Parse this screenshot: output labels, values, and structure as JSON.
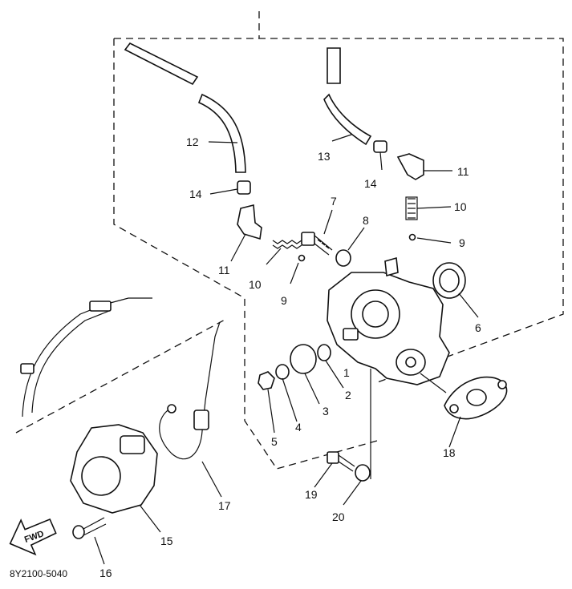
{
  "diagram": {
    "drawing_code": "8Y2100-5040",
    "fwd_label": "FWD",
    "callouts": [
      "1",
      "2",
      "3",
      "4",
      "5",
      "6",
      "7",
      "8",
      "9",
      "9",
      "10",
      "10",
      "11",
      "11",
      "12",
      "13",
      "14",
      "14",
      "15",
      "16",
      "17",
      "18",
      "19",
      "20"
    ]
  }
}
